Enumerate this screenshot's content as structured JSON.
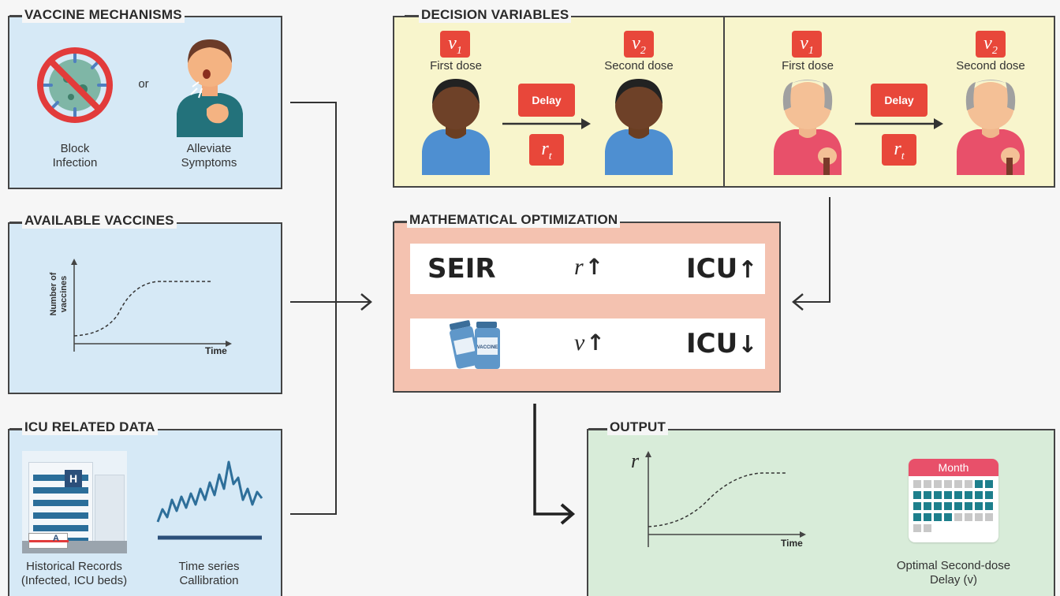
{
  "vaccine_mechanisms": {
    "title": "VACCINE MECHANISMS",
    "or_label": "or",
    "block_label_1": "Block",
    "block_label_2": "Infection",
    "alleviate_label_1": "Alleviate",
    "alleviate_label_2": "Symptoms"
  },
  "available_vaccines": {
    "title": "AVAILABLE VACCINES",
    "y_label_1": "Number of",
    "y_label_2": "vaccines",
    "x_label": "Time"
  },
  "icu_data": {
    "title": "ICU RELATED DATA",
    "hospital_sign": "H",
    "ambulance_sign": "A",
    "historical_1": "Historical Records",
    "historical_2": "(Infected, ICU beds)",
    "timeseries_1": "Time series",
    "timeseries_2": "Callibration"
  },
  "decision_variables": {
    "title": "DECISION VARIABLES",
    "v1": "v",
    "v1_sub": "1",
    "v2": "v",
    "v2_sub": "2",
    "first_dose": "First dose",
    "second_dose": "Second dose",
    "delay": "Delay",
    "r": "r",
    "r_sub": "t"
  },
  "optimization": {
    "title": "MATHEMATICAL OPTIMIZATION",
    "seir": "SEIR",
    "r_var": "r",
    "icu_up": "ICU",
    "v_var": "v",
    "icu_down": "ICU",
    "vial_label": "VACCINE"
  },
  "output": {
    "title": "OUTPUT",
    "y_label": "r",
    "x_label": "Time",
    "calendar_month": "Month",
    "caption_1": "Optimal Second-dose",
    "caption_2": "Delay (v)"
  },
  "colors": {
    "panel_blue": "#d6e9f6",
    "panel_yellow": "#f8f5cc",
    "panel_pink": "#f4c2b0",
    "panel_green": "#d8ecd9",
    "accent_red": "#e8473a",
    "calendar_teal": "#1d7f8c"
  }
}
